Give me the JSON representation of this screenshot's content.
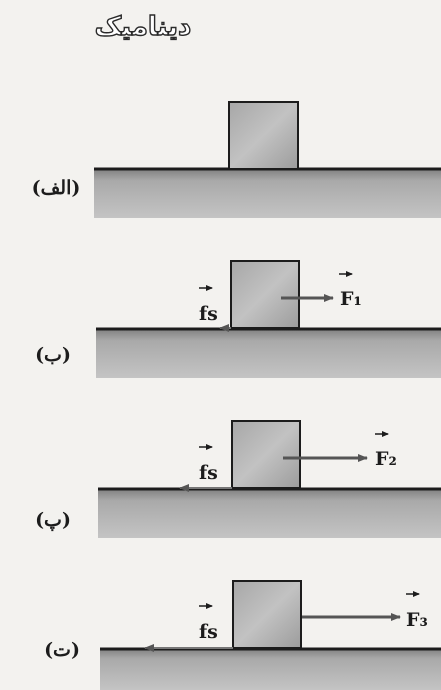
{
  "header": {
    "title": "دینامیک"
  },
  "panels": [
    {
      "id": "alef",
      "label": "(الف)",
      "force_label": "",
      "friction_label": ""
    },
    {
      "id": "be",
      "label": "(ب)",
      "force_label": "F₁",
      "friction_label": "fs"
    },
    {
      "id": "pe",
      "label": "(پ)",
      "force_label": "F₂",
      "friction_label": "fs"
    },
    {
      "id": "te",
      "label": "(ت)",
      "force_label": "F₃",
      "friction_label": "fs"
    }
  ],
  "colors": {
    "ink": "#1c1c1c",
    "ground": "#9b9b9b",
    "block": "#b8b8b8",
    "arrow": "#6e6e6e"
  }
}
